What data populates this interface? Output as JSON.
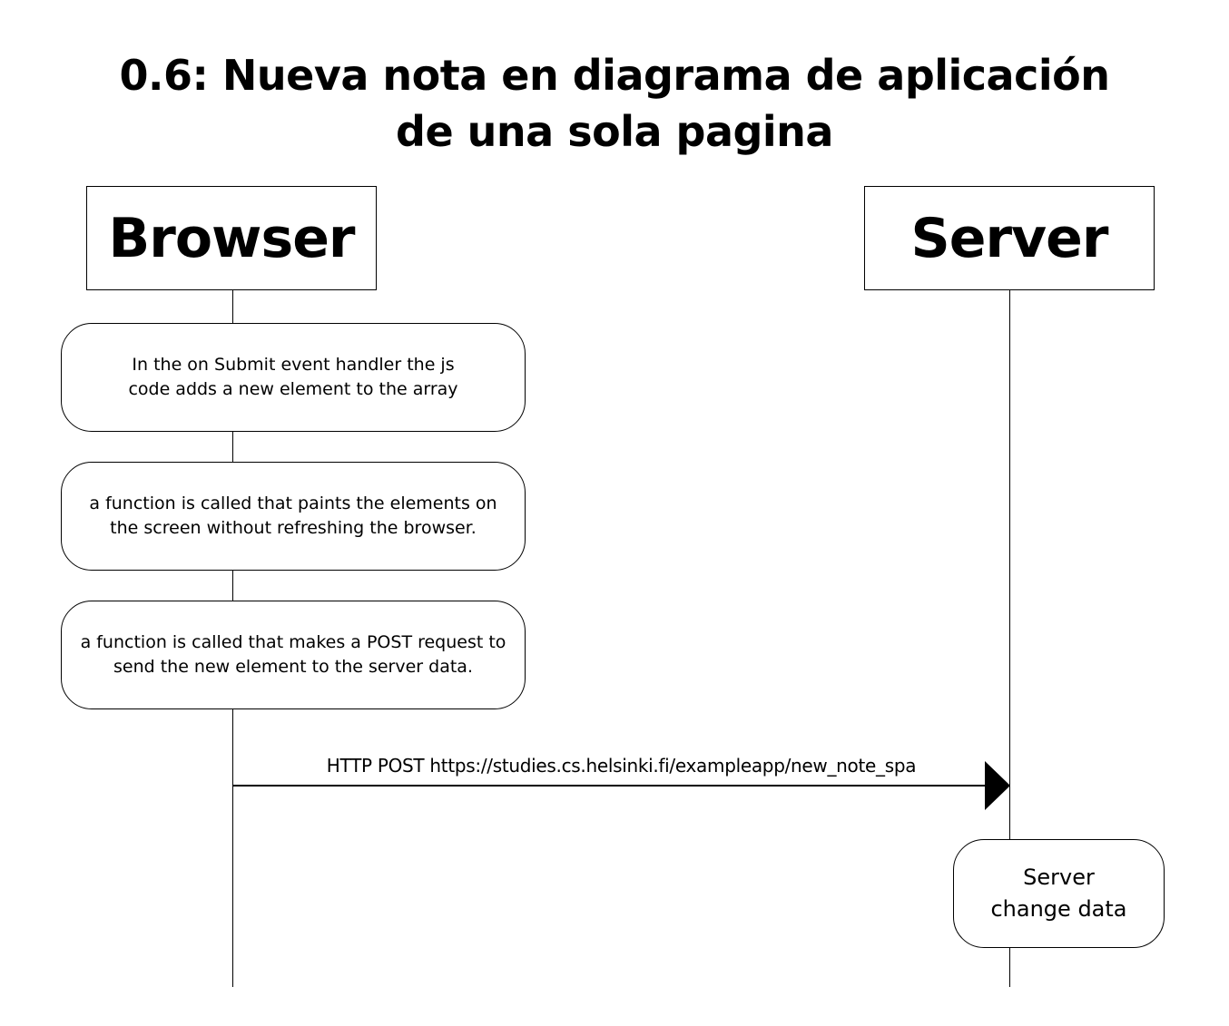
{
  "title": {
    "line1": "0.6: Nueva nota en diagrama de aplicación",
    "line2": "de una sola pagina"
  },
  "actors": {
    "browser": "Browser",
    "server": "Server"
  },
  "notes": {
    "note1": "In the on Submit event handler the js code adds a new element to the array",
    "note2": "a function is called that paints the elements on the screen without refreshing the browser.",
    "note3": "a function is called that makes a POST request to send the new element to the server data.",
    "server_note": "Server change data"
  },
  "messages": {
    "post": "HTTP POST https://studies.cs.helsinki.fi/exampleapp/new_note_spa"
  }
}
